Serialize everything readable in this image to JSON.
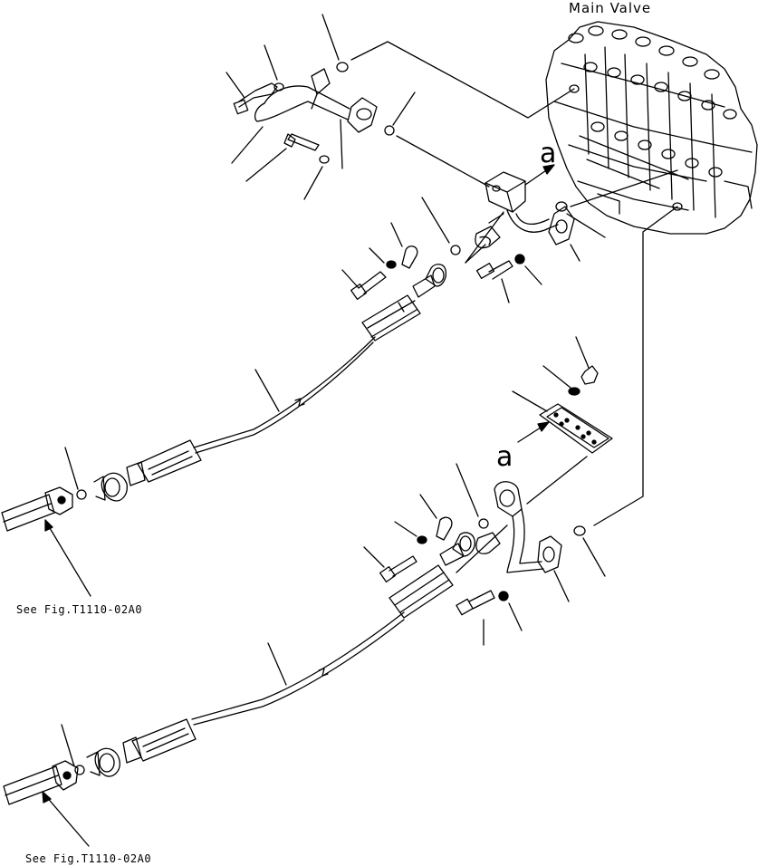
{
  "diagram": {
    "main_valve_label": "Main Valve",
    "reference_top": "See Fig.T1110-02A0",
    "reference_bottom": "See Fig.T1110-02A0",
    "detail_marker_upper": "a",
    "detail_marker_lower": "a"
  }
}
